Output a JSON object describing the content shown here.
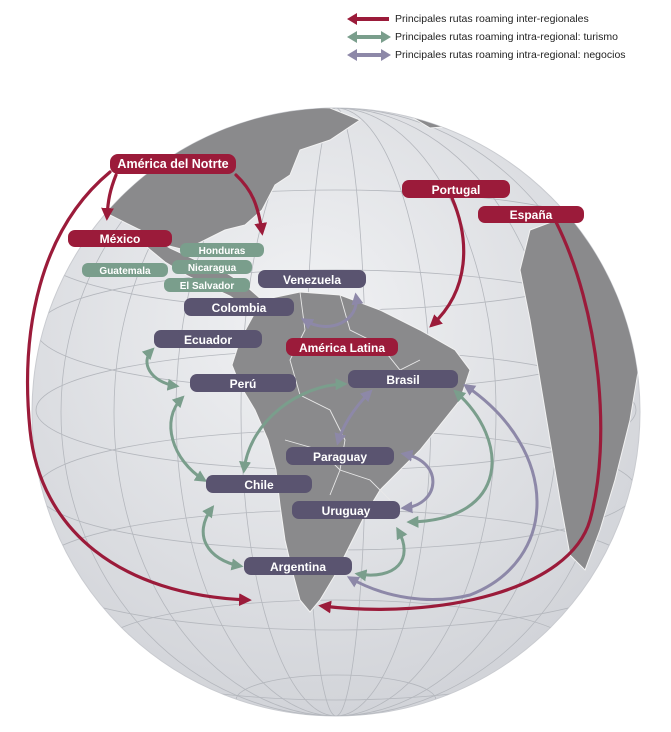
{
  "legend": {
    "inter": "Principales rutas roaming inter-regionales",
    "turismo": "Principales rutas roaming intra-regional: turismo",
    "negocios": "Principales rutas roaming intra-regional: negocios"
  },
  "colors": {
    "inter": "#9b1b3a",
    "turismo": "#7a9e8c",
    "negocios": "#8d88a8",
    "negocios_box": "#5a5470",
    "ocean": "#dfe1e5",
    "land": "#8a8a8c"
  },
  "labels": {
    "america_del_norte": "América del Notrte",
    "mexico": "México",
    "portugal": "Portugal",
    "espana": "España",
    "america_latina": "América Latina",
    "honduras": "Honduras",
    "guatemala": "Guatemala",
    "nicaragua": "Nicaragua",
    "el_salvador": "El Salvador",
    "venezuela": "Venezuela",
    "colombia": "Colombia",
    "ecuador": "Ecuador",
    "peru": "Perú",
    "brasil": "Brasil",
    "paraguay": "Paraguay",
    "chile": "Chile",
    "uruguay": "Uruguay",
    "argentina": "Argentina"
  }
}
